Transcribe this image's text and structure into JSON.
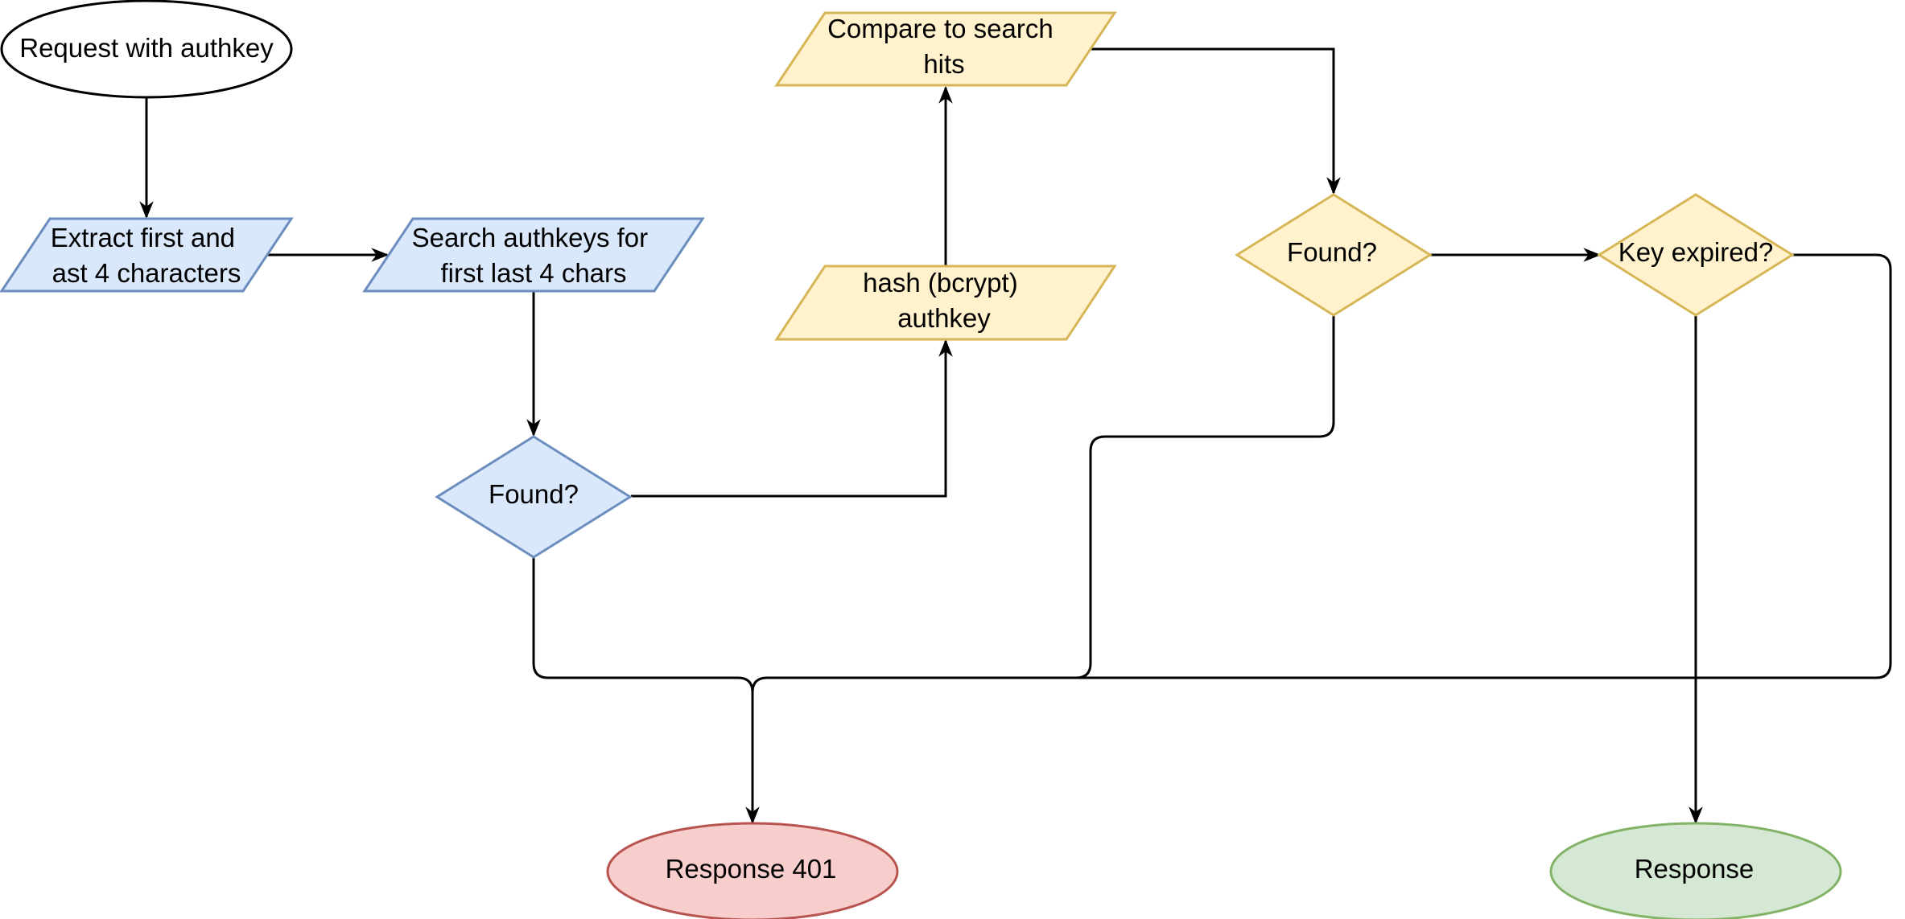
{
  "diagram": {
    "nodes": [
      {
        "id": "start",
        "shape": "ellipse",
        "lines": [
          "Request with authkey"
        ]
      },
      {
        "id": "extract",
        "shape": "parallelogram",
        "lines": [
          "Extract first and",
          "ast 4 characters"
        ]
      },
      {
        "id": "search",
        "shape": "parallelogram",
        "lines": [
          "Search authkeys for",
          "first last 4 chars"
        ]
      },
      {
        "id": "found1",
        "shape": "diamond",
        "lines": [
          "Found?"
        ]
      },
      {
        "id": "hash",
        "shape": "parallelogram",
        "lines": [
          "hash (bcrypt)",
          "authkey"
        ]
      },
      {
        "id": "compare",
        "shape": "parallelogram",
        "lines": [
          "Compare to search",
          "hits"
        ]
      },
      {
        "id": "found2",
        "shape": "diamond",
        "lines": [
          "Found?"
        ]
      },
      {
        "id": "expired",
        "shape": "diamond",
        "lines": [
          "Key expired?"
        ]
      },
      {
        "id": "r401",
        "shape": "ellipse",
        "lines": [
          "Response 401"
        ]
      },
      {
        "id": "resp",
        "shape": "ellipse",
        "lines": [
          "Response"
        ]
      }
    ],
    "edges": [
      {
        "from": "start",
        "to": "extract"
      },
      {
        "from": "extract",
        "to": "search"
      },
      {
        "from": "search",
        "to": "found1"
      },
      {
        "from": "found1",
        "to": "hash"
      },
      {
        "from": "hash",
        "to": "compare"
      },
      {
        "from": "compare",
        "to": "found2"
      },
      {
        "from": "found2",
        "to": "expired"
      },
      {
        "from": "found1",
        "to": "r401"
      },
      {
        "from": "found2",
        "to": "r401"
      },
      {
        "from": "expired",
        "to": "r401"
      },
      {
        "from": "expired",
        "to": "resp"
      }
    ]
  },
  "colors": {
    "blue_fill": "#dae8fc",
    "blue_stroke": "#6c8ebf",
    "yellow_fill": "#fff2cc",
    "yellow_stroke": "#d6b656",
    "red_fill": "#f8cecc",
    "red_stroke": "#b85450",
    "green_fill": "#d5e8d4",
    "green_stroke": "#82b366",
    "plain_fill": "#ffffff",
    "plain_stroke": "#000000",
    "edge": "#000000"
  }
}
